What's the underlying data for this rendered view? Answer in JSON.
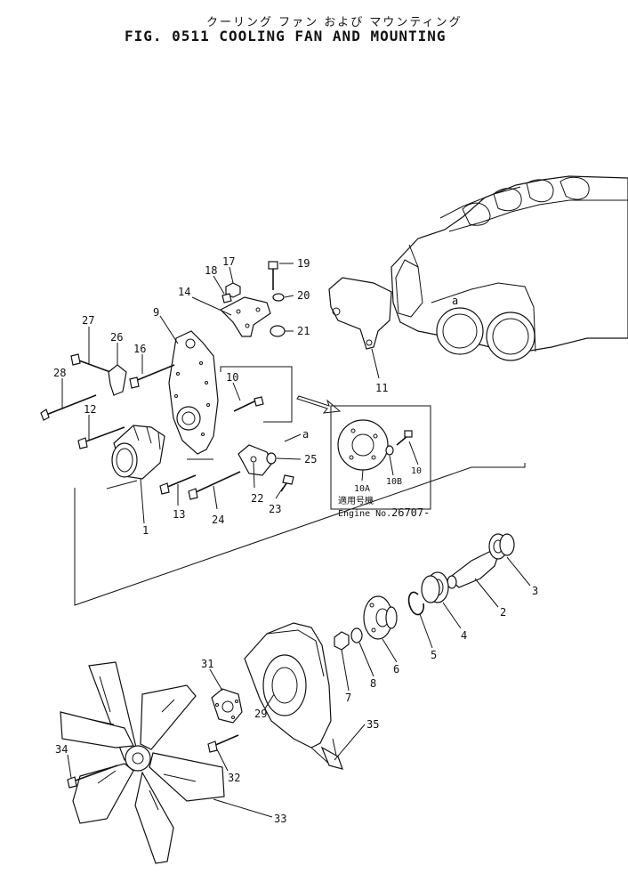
{
  "figure": {
    "title_jp": "クーリング ファン および マウンティング",
    "title_en": "FIG. 0511  COOLING FAN AND MOUNTING"
  },
  "callouts": [
    "1",
    "2",
    "3",
    "4",
    "5",
    "6",
    "7",
    "8",
    "9",
    "10",
    "11",
    "12",
    "13",
    "14",
    "16",
    "17",
    "18",
    "19",
    "20",
    "21",
    "22",
    "23",
    "24",
    "25",
    "26",
    "27",
    "28",
    "29",
    "31",
    "32",
    "33",
    "34",
    "35"
  ],
  "reference_mark": "a",
  "inset": {
    "labels": [
      "10A",
      "10B",
      "10"
    ],
    "jp_note": "適用号機",
    "engine_label": "Engine No.",
    "engine_number": "26707-"
  }
}
